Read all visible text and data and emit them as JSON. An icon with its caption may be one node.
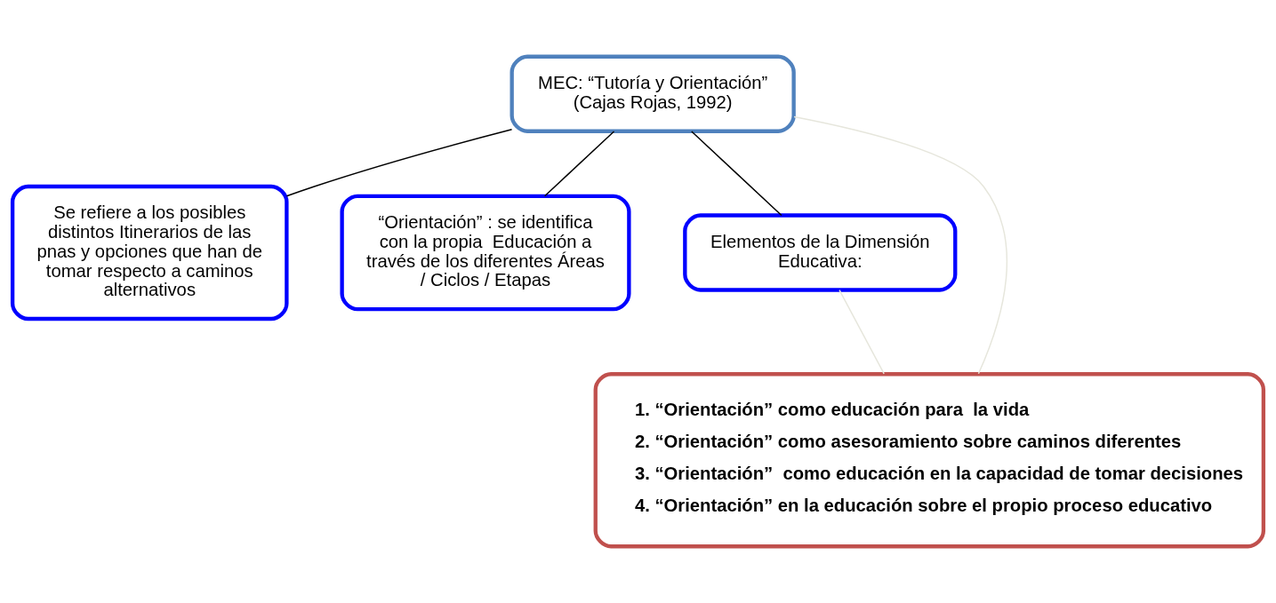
{
  "diagram": {
    "nodes": [
      {
        "text": [
          "MEC: “Tutoría y Orientación” (Cajas Rojas, 1992)"
        ]
      },
      {
        "text": [
          "Se refiere a los posibles distintos Itinerarios de las pnas y opciones que han de tomar respecto a caminos alternativos"
        ]
      },
      {
        "text": [
          "“Orientación” : se identifica con la propia  Educación a través de los diferentes Áreas / Ciclos / Etapas"
        ]
      },
      {
        "text": [
          "Elementos de la Dimensión Educativa:"
        ]
      },
      {
        "text": [
          "1. “Orientación” como educación para  la vida",
          "2. “Orientación” como asesoramiento sobre caminos diferentes",
          "3. “Orientación”  como educación en la capacidad de tomar decisiones",
          "4. “Orientación” en la educación sobre el propio proceso educativo"
        ]
      }
    ],
    "edges": [
      {
        "from": 0,
        "to": 1,
        "arrow": "none"
      },
      {
        "from": 0,
        "to": 2,
        "arrow": "none"
      },
      {
        "from": 0,
        "to": 3,
        "arrow": "none"
      },
      {
        "from": 0,
        "to": 4,
        "arrow": "none",
        "color": "#e6e6dc"
      },
      {
        "from": 3,
        "to": 4,
        "arrow": "none",
        "color": "#e6e6dc"
      }
    ]
  }
}
